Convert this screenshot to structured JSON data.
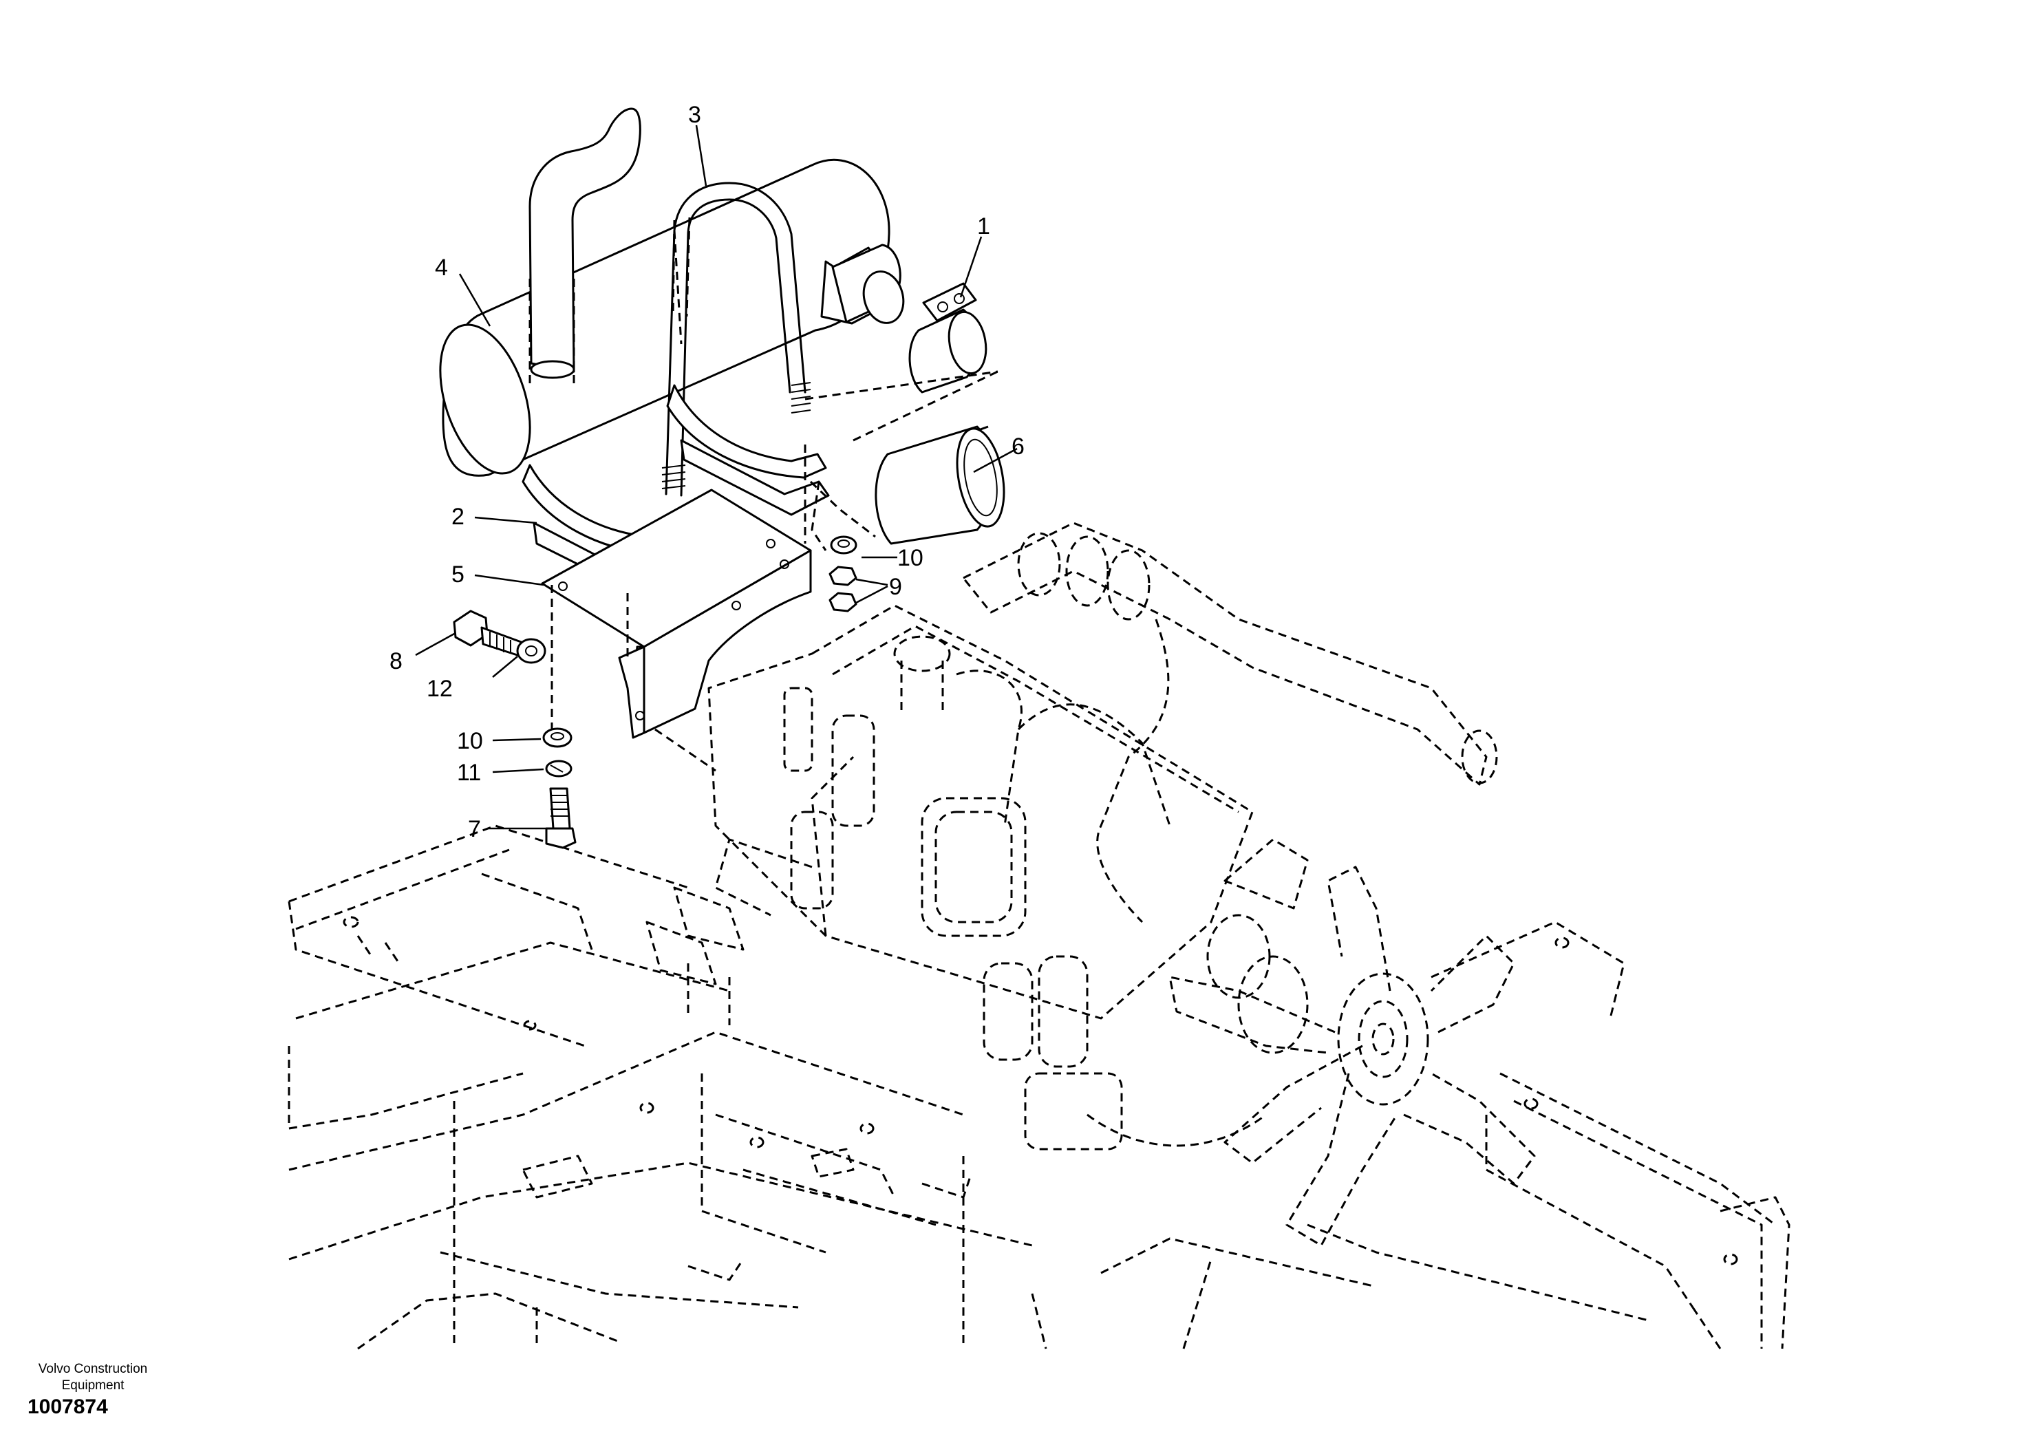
{
  "callouts": {
    "c1": "1",
    "c2": "2",
    "c3": "3",
    "c4": "4",
    "c5": "5",
    "c6": "6",
    "c7": "7",
    "c8": "8",
    "c9": "9",
    "c10a": "10",
    "c10b": "10",
    "c11": "11",
    "c12": "12"
  },
  "footer": {
    "company_line1": "Volvo Construction",
    "company_line2": "Equipment",
    "figure_number": "1007874"
  }
}
